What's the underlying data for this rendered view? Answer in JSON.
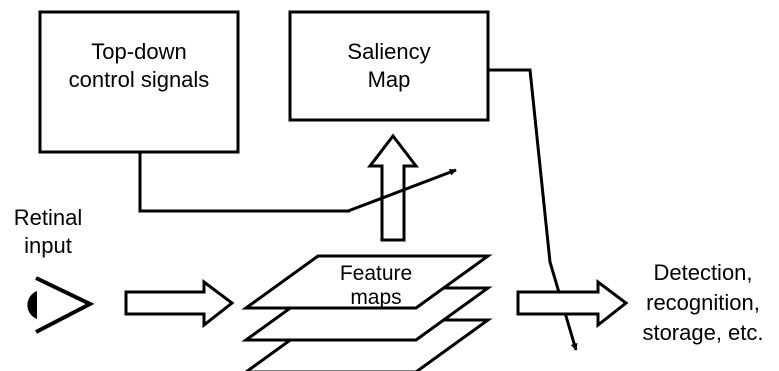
{
  "boxes": {
    "topdown": {
      "line1": "Top-down",
      "line2": "control signals"
    },
    "saliency": {
      "line1": "Saliency",
      "line2": "Map"
    }
  },
  "retinal": {
    "line1": "Retinal",
    "line2": "input"
  },
  "feature_maps": {
    "line1": "Feature",
    "line2": "maps"
  },
  "output": {
    "line1": "Detection,",
    "line2": "recognition,",
    "line3": "storage, etc."
  }
}
